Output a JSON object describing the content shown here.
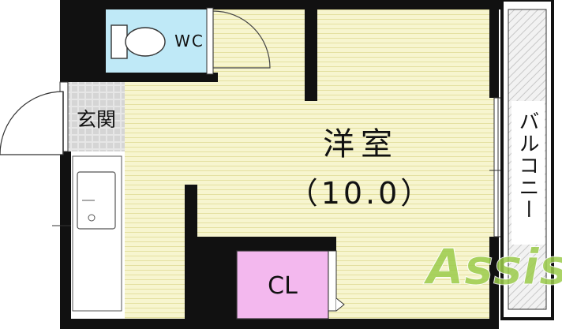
{
  "rooms": {
    "wc": {
      "label": "WC",
      "color": "#bfe9f7"
    },
    "entrance": {
      "label": "玄関",
      "color": "#e2e2e2"
    },
    "western_room": {
      "label": "洋室",
      "size": "（10.0）",
      "color": "#f7f5cf"
    },
    "closet": {
      "label": "CL",
      "color": "#f3b8ee"
    },
    "balcony": {
      "label": "バルコニー"
    }
  },
  "watermark": {
    "text": "Assist",
    "color": "#9ccc4c"
  },
  "colors": {
    "wall": "#111111",
    "stripe": "#e9e5a6"
  }
}
